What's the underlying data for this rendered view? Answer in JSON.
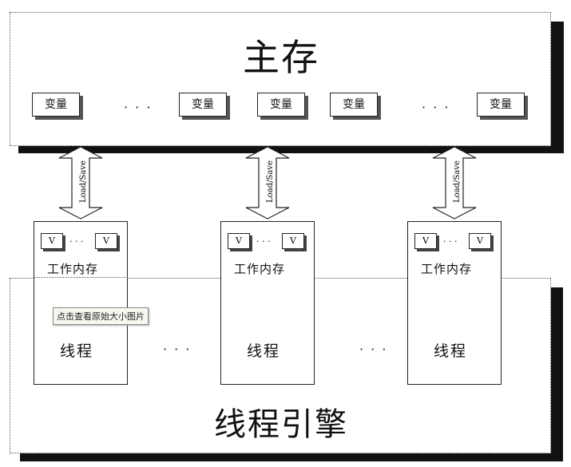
{
  "main_memory": {
    "title": "主存",
    "variable_label": "变量",
    "ellipsis": "· · ·"
  },
  "arrows": {
    "label": "Load/Save"
  },
  "threads": {
    "working_memory_label": "工作内存",
    "v_label": "V",
    "small_ellipsis": "· · ·",
    "thread_label": "线程",
    "ellipsis": "· · ·"
  },
  "engine": {
    "title": "线程引擎"
  },
  "tooltip": {
    "text": "点击查看原始大小图片"
  }
}
